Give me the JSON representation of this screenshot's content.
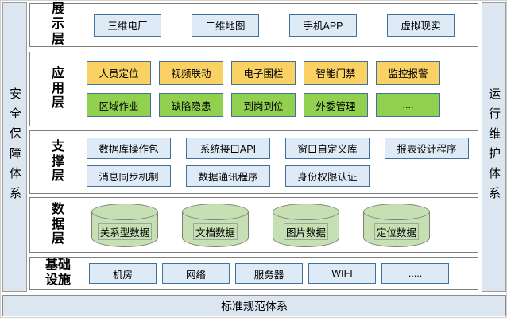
{
  "frameworks": {
    "left": "安全保障体系",
    "right": "运行维护体系",
    "bottom": "标准规范体系"
  },
  "layers": [
    {
      "label": "展示层",
      "rows": [
        {
          "style": "blue",
          "items": [
            "三维电厂",
            "二维地图",
            "手机APP",
            "虚拟现实"
          ]
        }
      ]
    },
    {
      "label": "应用层",
      "rows": [
        {
          "style": "yellow",
          "items": [
            "人员定位",
            "视频联动",
            "电子围栏",
            "智能门禁",
            "监控报警"
          ]
        },
        {
          "style": "green",
          "items": [
            "区域作业",
            "缺陷隐患",
            "到岗到位",
            "外委管理",
            "...."
          ]
        }
      ]
    },
    {
      "label": "支撑层",
      "rows": [
        {
          "style": "blue",
          "items": [
            "数据库操作包",
            "系统接口API",
            "窗口自定义库",
            "报表设计程序"
          ]
        },
        {
          "style": "blue",
          "items": [
            "消息同步机制",
            "数据通讯程序",
            "身份权限认证"
          ]
        }
      ]
    },
    {
      "label": "数据层",
      "rows": [
        {
          "style": "cylinder",
          "items": [
            "关系型数据",
            "文档数据",
            "图片数据",
            "定位数据"
          ]
        }
      ]
    },
    {
      "label": "基础设施",
      "rows": [
        {
          "style": "blue",
          "items": [
            "机房",
            "网络",
            "服务器",
            "WIFI",
            "....."
          ]
        }
      ]
    }
  ],
  "colors": {
    "panel_fill": "#dce6f1",
    "box_blue_fill": "#deebf7",
    "box_yellow_fill": "#fad163",
    "box_green_fill": "#92d050",
    "cylinder_fill": "#c6e0b4",
    "box_border_blue": "#41719c",
    "layer_border_gray": "#7f7f7f"
  }
}
